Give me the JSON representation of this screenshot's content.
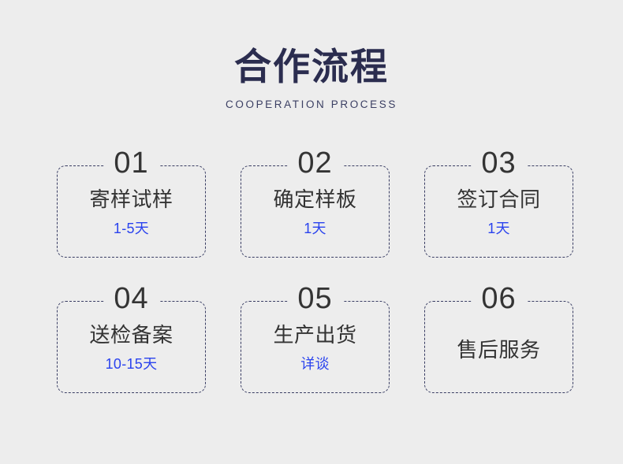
{
  "background_color": "#ededed",
  "header": {
    "title": "合作流程",
    "subtitle": "COOPERATION PROCESS",
    "title_color": "#2b2d4f",
    "subtitle_color": "#3b3f63"
  },
  "colors": {
    "card_border": "#393d63",
    "card_title": "#333333",
    "card_number": "#343434",
    "duration_accent": "#2a43ee"
  },
  "steps": [
    {
      "number": "01",
      "title": "寄样试样",
      "duration": "1-5天"
    },
    {
      "number": "02",
      "title": "确定样板",
      "duration": "1天"
    },
    {
      "number": "03",
      "title": "签订合同",
      "duration": "1天"
    },
    {
      "number": "04",
      "title": "送检备案",
      "duration": "10-15天"
    },
    {
      "number": "05",
      "title": "生产出货",
      "duration": "详谈"
    },
    {
      "number": "06",
      "title": "售后服务",
      "duration": ""
    }
  ]
}
